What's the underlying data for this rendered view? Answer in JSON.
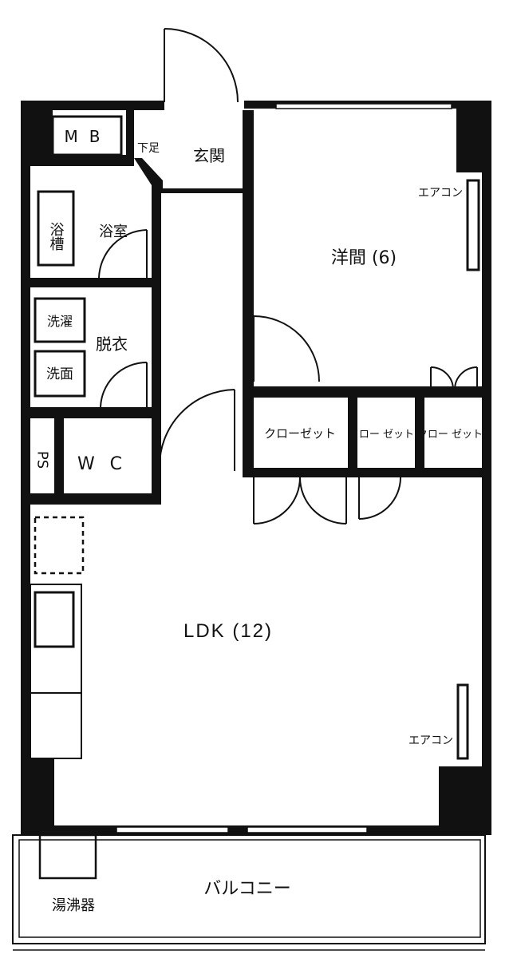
{
  "rooms": {
    "mb": "MB",
    "genkan_shoes": "下足",
    "genkan": "玄関",
    "bathtub": "浴槽",
    "bathroom": "浴室",
    "washer": "洗濯",
    "dressing": "脱衣",
    "washbasin": "洗面",
    "ps": "PS",
    "wc": "W C",
    "western_room": "洋間 (6)",
    "aircon_top": "エアコン",
    "closet_main": "クローゼット",
    "closet_mid": "クロー ゼット",
    "closet_right": "クロー ゼット",
    "ldk": "LDK (12)",
    "aircon_bottom": "エアコン",
    "balcony": "バルコニー",
    "water_heater": "湯沸器"
  }
}
